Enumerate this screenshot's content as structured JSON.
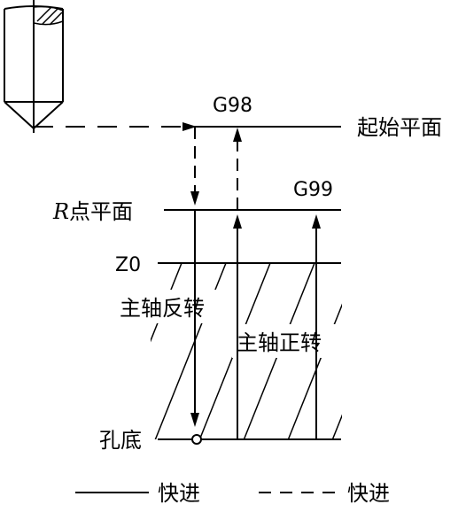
{
  "labels": {
    "g98": "G98",
    "g99": "G99",
    "initial_plane": "起始平面",
    "r_letter": "R",
    "r_plane_suffix": "点平面",
    "z0": "Z0",
    "spindle_reverse": "主轴反转",
    "spindle_forward": "主轴正转",
    "hole_bottom": "孔底"
  },
  "legend": {
    "solid_label": "快进",
    "dashed_label": "快进"
  }
}
